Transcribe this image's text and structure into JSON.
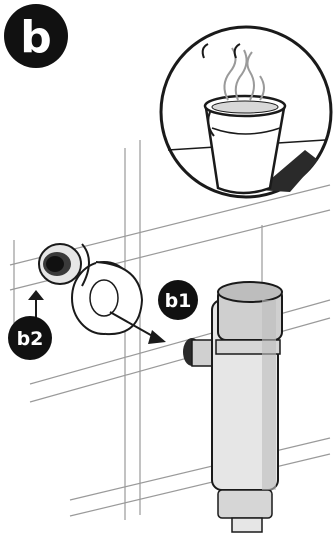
{
  "figure": {
    "step_label": "b",
    "callouts": {
      "b1": "b1",
      "b2": "b2"
    }
  },
  "colors": {
    "ink": "#1a1a1a",
    "line": "#8c8c8c",
    "light_fill": "#e6e6e6",
    "mid_fill": "#bdbdbd",
    "dark_fill": "#3a3a3a",
    "badge": "#111111"
  },
  "icons": [
    "hot-water-bucket-icon",
    "steam-icon",
    "rotate-arrow-icon",
    "pull-arrow-icon"
  ]
}
